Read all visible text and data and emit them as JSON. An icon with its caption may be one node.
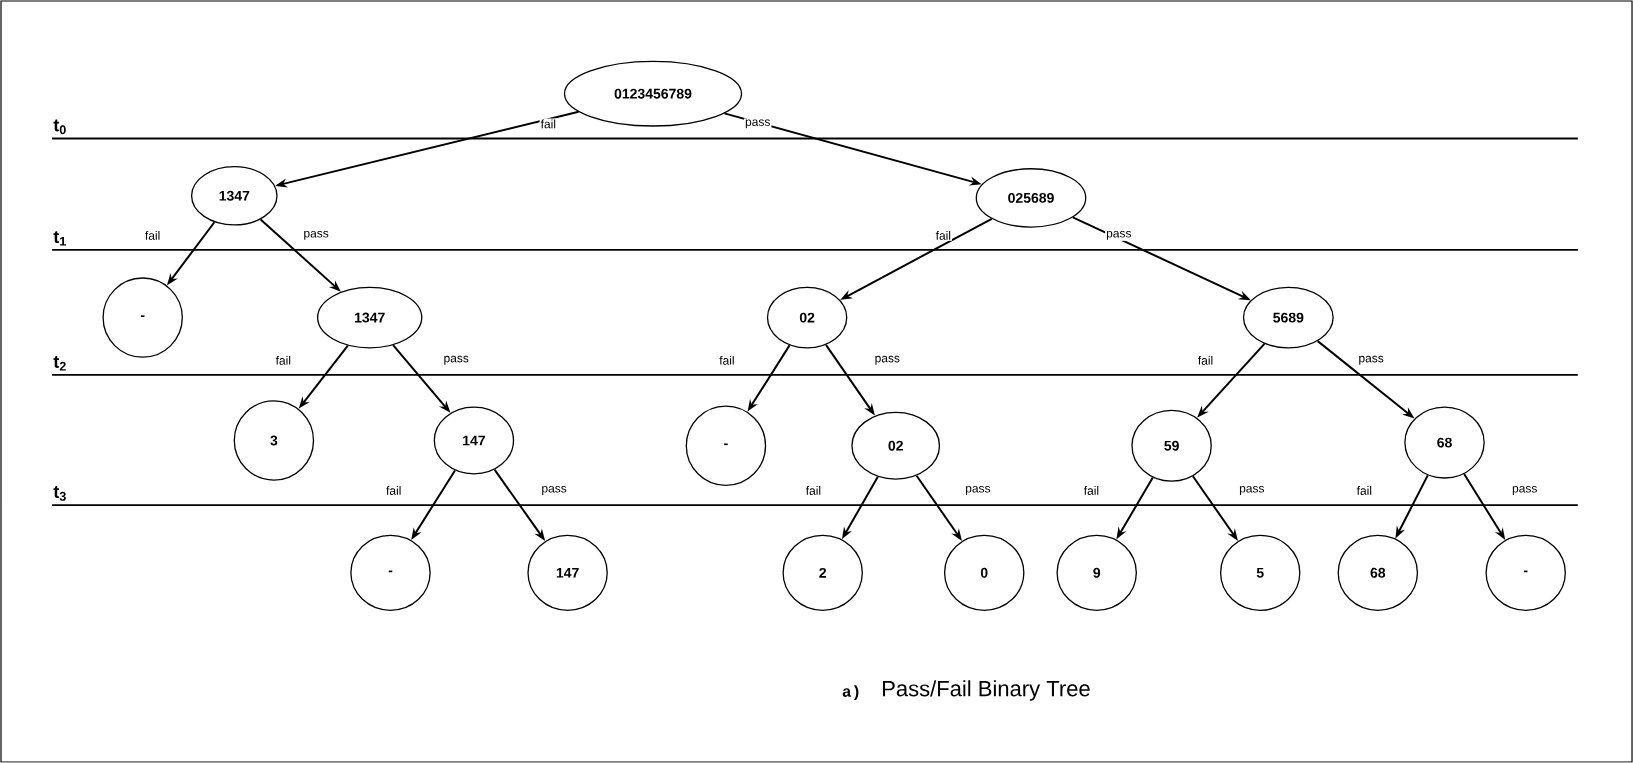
{
  "diagram": {
    "caption": "Pass/Fail Binary Tree",
    "nodes": [
      {
        "text": [
          "0123456789"
        ]
      },
      {
        "text": [
          "1347"
        ]
      },
      {
        "text": [
          "025689"
        ]
      },
      {
        "text": [
          "-"
        ]
      },
      {
        "text": [
          "1347"
        ]
      },
      {
        "text": [
          "02"
        ]
      },
      {
        "text": [
          "5689"
        ]
      },
      {
        "text": [
          "3"
        ]
      },
      {
        "text": [
          "147"
        ]
      },
      {
        "text": [
          "-"
        ]
      },
      {
        "text": [
          "02"
        ]
      },
      {
        "text": [
          "59"
        ]
      },
      {
        "text": [
          "68"
        ]
      },
      {
        "text": [
          "-"
        ]
      },
      {
        "text": [
          "147"
        ]
      },
      {
        "text": [
          "2"
        ]
      },
      {
        "text": [
          "0"
        ]
      },
      {
        "text": [
          "9"
        ]
      },
      {
        "text": [
          "5"
        ]
      },
      {
        "text": [
          "68"
        ]
      },
      {
        "text": [
          "-"
        ]
      }
    ],
    "edges": [
      {
        "from": 0,
        "to": 1,
        "arrow": "to",
        "label": "fail"
      },
      {
        "from": 0,
        "to": 2,
        "arrow": "to",
        "label": "pass"
      },
      {
        "from": 1,
        "to": 3,
        "arrow": "to",
        "label": "fail"
      },
      {
        "from": 1,
        "to": 4,
        "arrow": "to",
        "label": "pass"
      },
      {
        "from": 2,
        "to": 5,
        "arrow": "to",
        "label": "fail"
      },
      {
        "from": 2,
        "to": 6,
        "arrow": "to",
        "label": "pass"
      },
      {
        "from": 4,
        "to": 7,
        "arrow": "to",
        "label": "fail"
      },
      {
        "from": 4,
        "to": 8,
        "arrow": "to",
        "label": "pass"
      },
      {
        "from": 5,
        "to": 9,
        "arrow": "to",
        "label": "fail"
      },
      {
        "from": 5,
        "to": 10,
        "arrow": "to",
        "label": "pass"
      },
      {
        "from": 6,
        "to": 11,
        "arrow": "to",
        "label": "fail"
      },
      {
        "from": 6,
        "to": 12,
        "arrow": "to",
        "label": "pass"
      },
      {
        "from": 8,
        "to": 13,
        "arrow": "to",
        "label": "fail"
      },
      {
        "from": 8,
        "to": 14,
        "arrow": "to",
        "label": "pass"
      },
      {
        "from": 10,
        "to": 15,
        "arrow": "to",
        "label": "fail"
      },
      {
        "from": 10,
        "to": 16,
        "arrow": "to",
        "label": "pass"
      },
      {
        "from": 11,
        "to": 17,
        "arrow": "to",
        "label": "fail"
      },
      {
        "from": 11,
        "to": 18,
        "arrow": "to",
        "label": "pass"
      },
      {
        "from": 12,
        "to": 19,
        "arrow": "to",
        "label": "fail"
      },
      {
        "from": 12,
        "to": 20,
        "arrow": "to",
        "label": "pass"
      }
    ],
    "labels": [
      "t$_{0}$",
      "t$_{1}$",
      "t$_{2}$",
      "t$_{3}$",
      "a)"
    ]
  }
}
